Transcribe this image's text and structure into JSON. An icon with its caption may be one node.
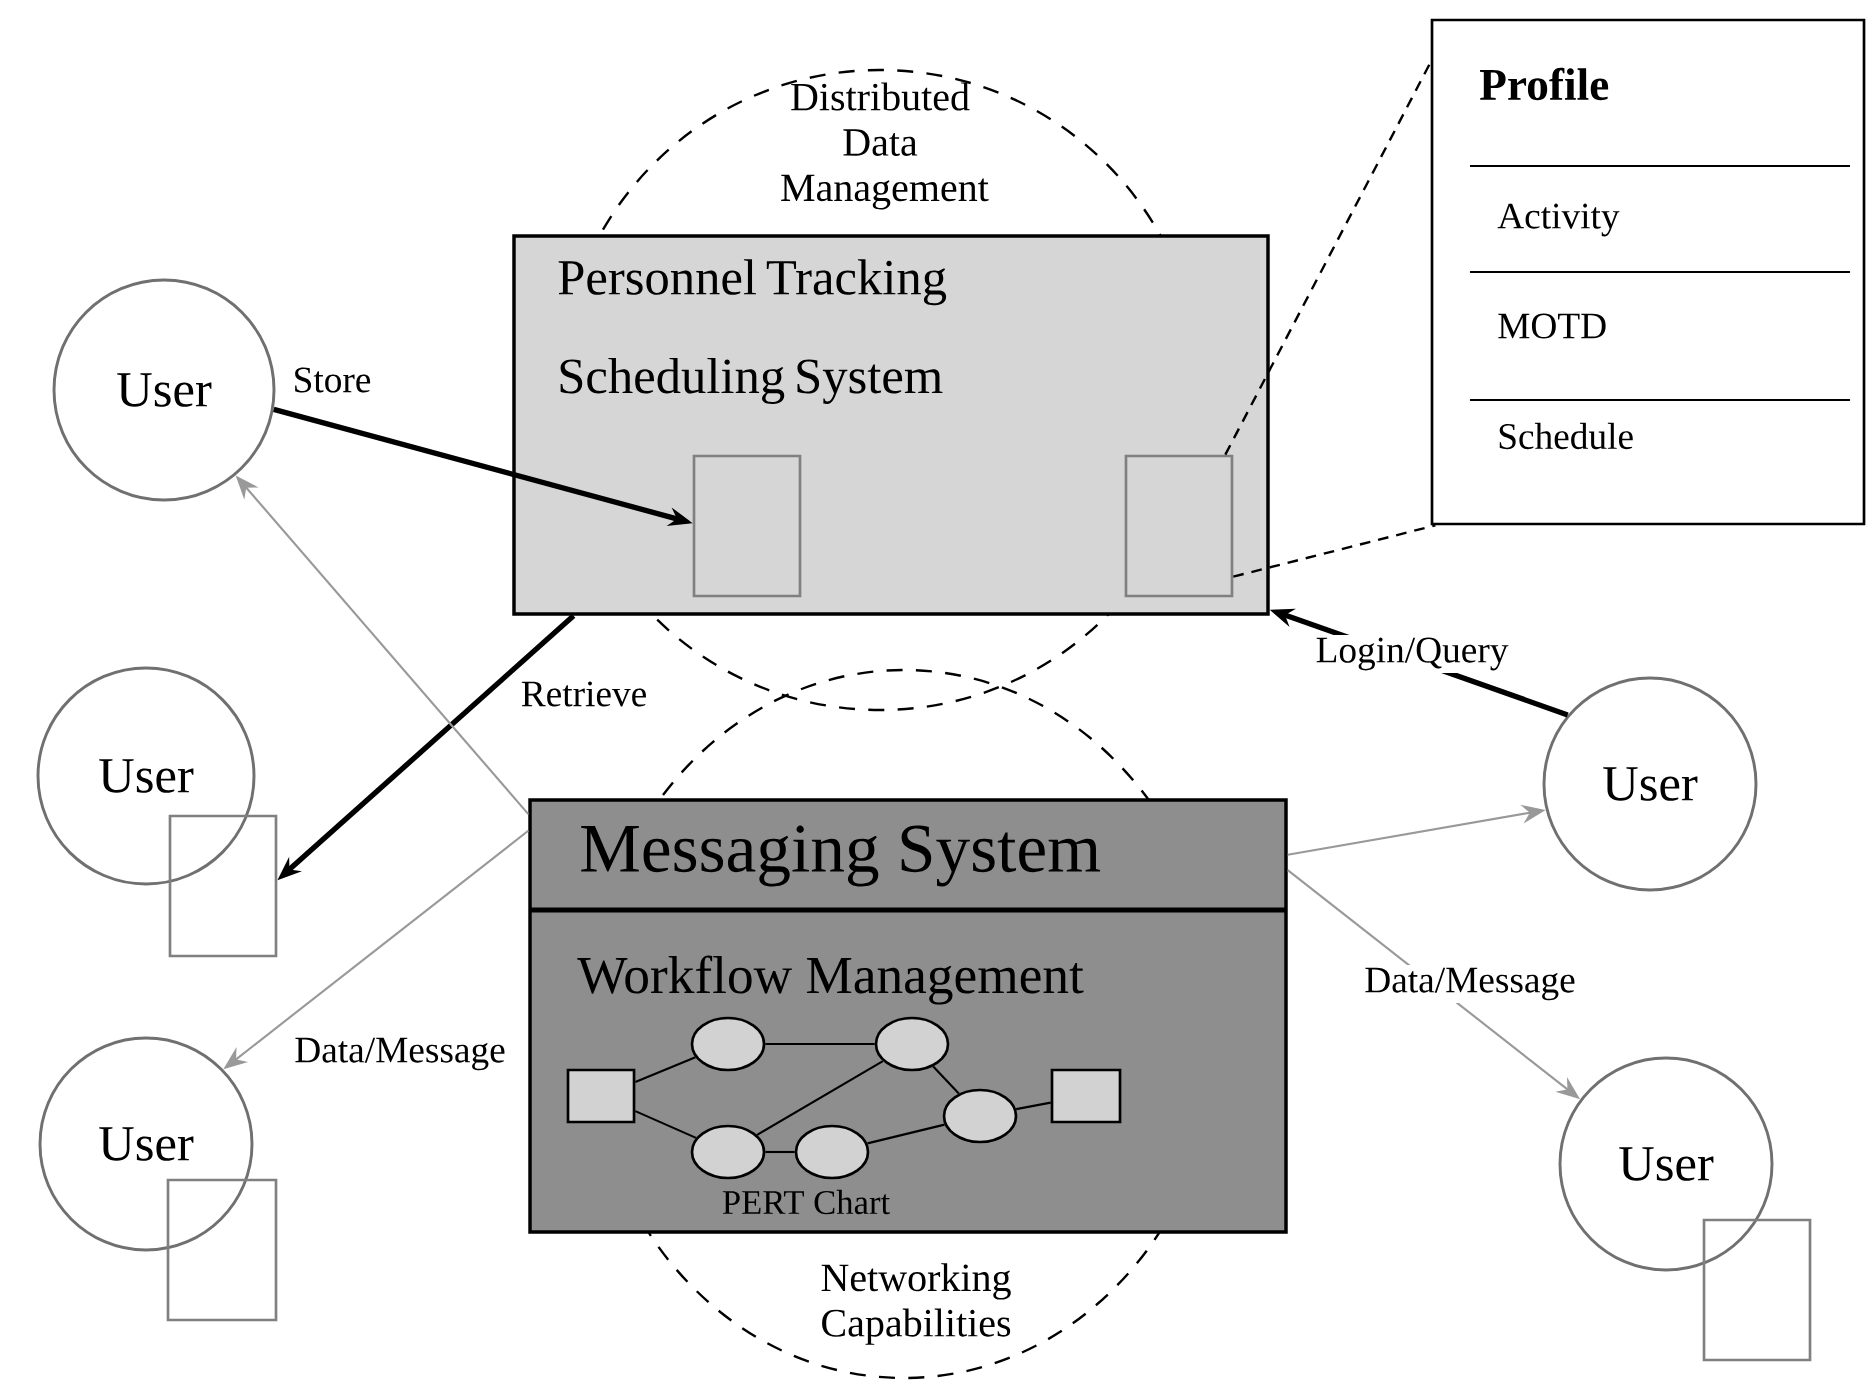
{
  "diagram": {
    "nodes": [
      {
        "text": [
          "User"
        ]
      },
      {
        "text": [
          "User"
        ]
      },
      {
        "text": [],
        "shape": "box"
      },
      {
        "text": [
          "User"
        ]
      },
      {
        "text": [],
        "shape": "box"
      },
      {
        "text": [
          "Personnel Tracking Scheduling System"
        ]
      },
      {
        "text": [],
        "shape": "box",
        "in": 5
      },
      {
        "text": [],
        "shape": "box",
        "in": 5
      },
      {
        "text": [
          "Profile",
          "Activity",
          "MOTD",
          "Schedule"
        ]
      },
      {
        "text": [
          "Messaging System",
          "Workflow Management",
          "PERT Chart"
        ]
      },
      {
        "text": [],
        "shape": "box",
        "in": 9
      },
      {
        "text": [],
        "shape": "ellipse",
        "in": 9
      },
      {
        "text": [],
        "shape": "ellipse",
        "in": 9
      },
      {
        "text": [],
        "shape": "ellipse",
        "in": 9
      },
      {
        "text": [],
        "shape": "ellipse",
        "in": 9
      },
      {
        "text": [],
        "shape": "ellipse",
        "in": 9
      },
      {
        "text": [],
        "shape": "box",
        "in": 9
      },
      {
        "text": [
          "User"
        ]
      },
      {
        "text": [
          "User"
        ]
      },
      {
        "text": [],
        "shape": "box"
      }
    ],
    "labels": [
      "Distributed Data Management",
      "Networking Capabilities"
    ],
    "edges": [
      {
        "from": 0,
        "to": 6,
        "arrow": "to",
        "label": "Store",
        "style": "thick"
      },
      {
        "from": 5,
        "to": 2,
        "arrow": "to",
        "label": "Retrieve",
        "style": "thick"
      },
      {
        "from": 9,
        "to": 0,
        "arrow": "to",
        "color": "#999999"
      },
      {
        "from": 9,
        "to": 3,
        "arrow": "to",
        "label": "Data/Message",
        "color": "#999999"
      },
      {
        "from": 17,
        "to": 5,
        "arrow": "to",
        "label": "Login/Query",
        "style": "thick"
      },
      {
        "from": 9,
        "to": 17,
        "arrow": "to",
        "color": "#999999"
      },
      {
        "from": 9,
        "to": 18,
        "arrow": "to",
        "label": "Data/Message",
        "color": "#999999"
      },
      {
        "from": 7,
        "to": 8,
        "arrow": "none",
        "style": "dashed"
      },
      {
        "from": 7,
        "to": 8,
        "arrow": "none",
        "style": "dashed"
      },
      {
        "from": 10,
        "to": 11,
        "arrow": "none"
      },
      {
        "from": 10,
        "to": 12,
        "arrow": "none"
      },
      {
        "from": 11,
        "to": 14,
        "arrow": "none"
      },
      {
        "from": 12,
        "to": 13,
        "arrow": "none"
      },
      {
        "from": 12,
        "to": 14,
        "arrow": "none"
      },
      {
        "from": 14,
        "to": 15,
        "arrow": "none"
      },
      {
        "from": 13,
        "to": 15,
        "arrow": "none"
      },
      {
        "from": 15,
        "to": 16,
        "arrow": "none"
      }
    ]
  }
}
